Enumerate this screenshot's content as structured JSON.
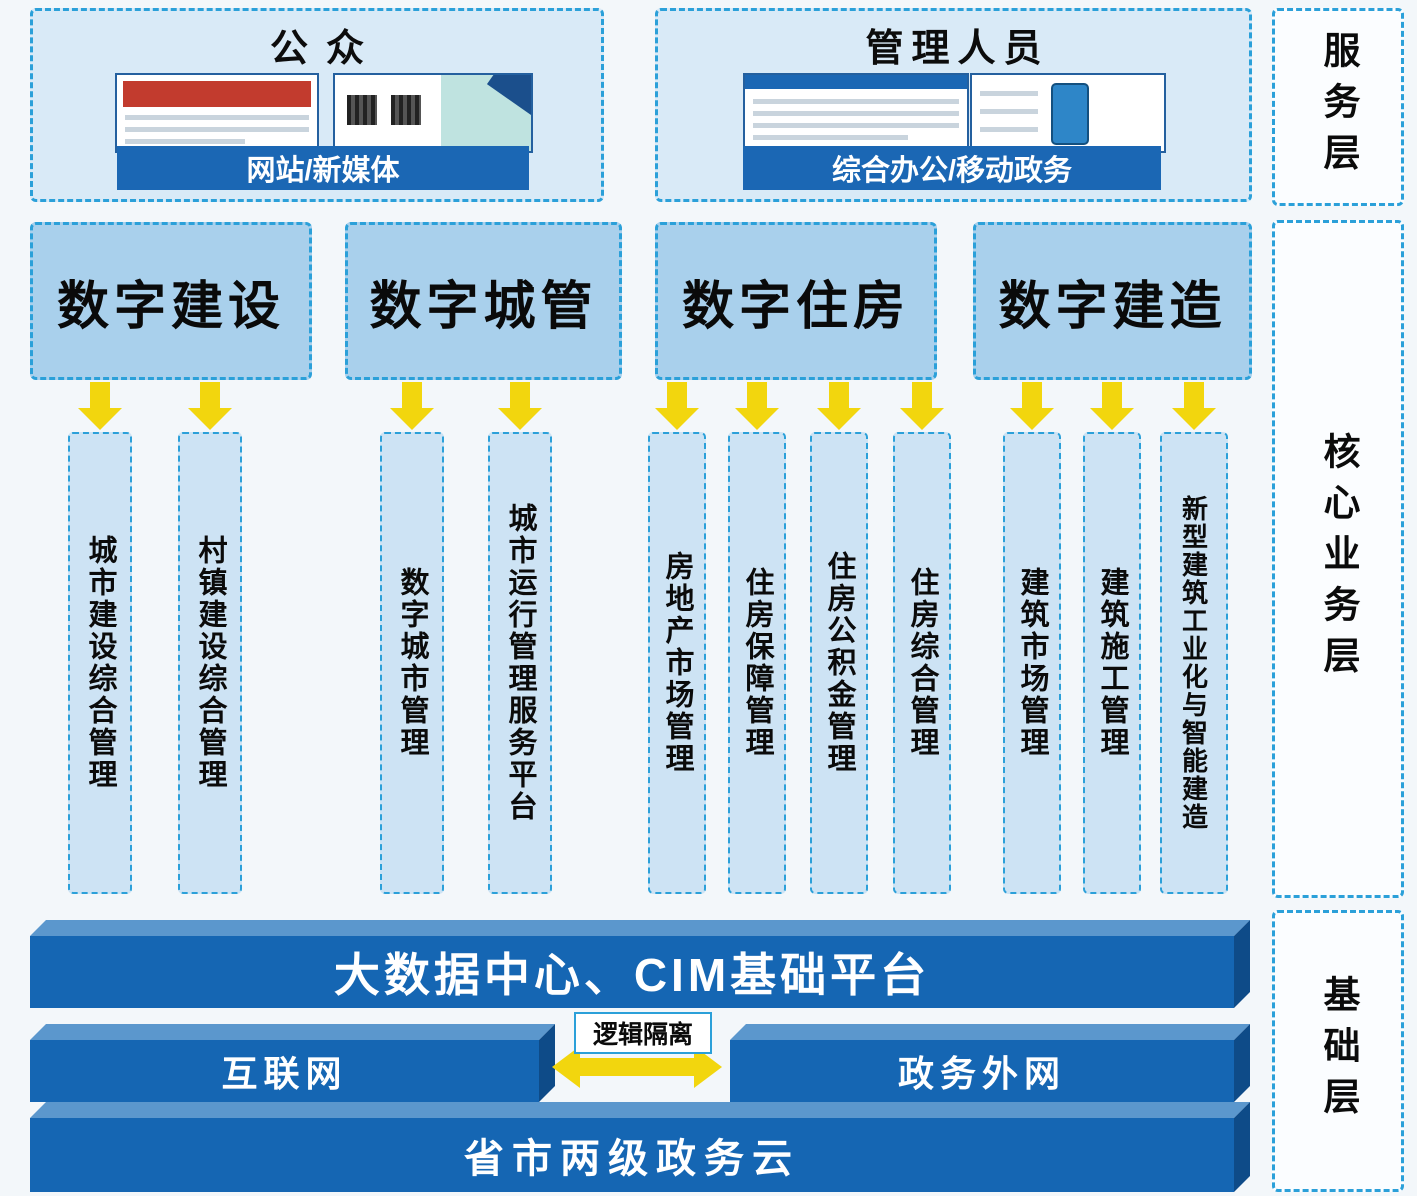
{
  "layers": {
    "service": "服务层",
    "core": "核心业务层",
    "foundation": "基础层"
  },
  "access": {
    "public": {
      "title": "公众",
      "channel": "网站/新媒体",
      "screenshots": [
        "government-website-screenshot",
        "qr-codes-blueprint-screenshot"
      ]
    },
    "admin": {
      "title": "管理人员",
      "channel": "综合办公/移动政务",
      "screenshots": [
        "office-system-screenshot",
        "mobile-gov-app-screenshot"
      ]
    }
  },
  "domains": [
    {
      "label": "数字建设",
      "modules": [
        "城市建设综合管理",
        "村镇建设综合管理"
      ]
    },
    {
      "label": "数字城管",
      "modules": [
        "数字城市管理",
        "城市运行管理服务平台"
      ]
    },
    {
      "label": "数字住房",
      "modules": [
        "房地产市场管理",
        "住房保障管理",
        "住房公积金管理",
        "住房综合管理"
      ]
    },
    {
      "label": "数字建造",
      "modules": [
        "建筑市场管理",
        "建筑施工管理",
        "新型建筑工业化与智能建造"
      ]
    }
  ],
  "foundation": {
    "platform": "大数据中心、CIM基础平台",
    "internet": "互联网",
    "gov_extranet": "政务外网",
    "isolation": "逻辑隔离",
    "cloud": "省市两级政务云"
  },
  "colors": {
    "dashed_border_blue": "#2ba0d9",
    "access_box_fill": "#d9eaf7",
    "domain_box_fill": "#a9d0ec",
    "module_col_fill": "#cde3f4",
    "solid_bar_blue": "#1566b3",
    "bar_top_blue": "#5b97cd",
    "bar_side_blue": "#0e4b88",
    "arrow_yellow": "#f2d60e"
  }
}
